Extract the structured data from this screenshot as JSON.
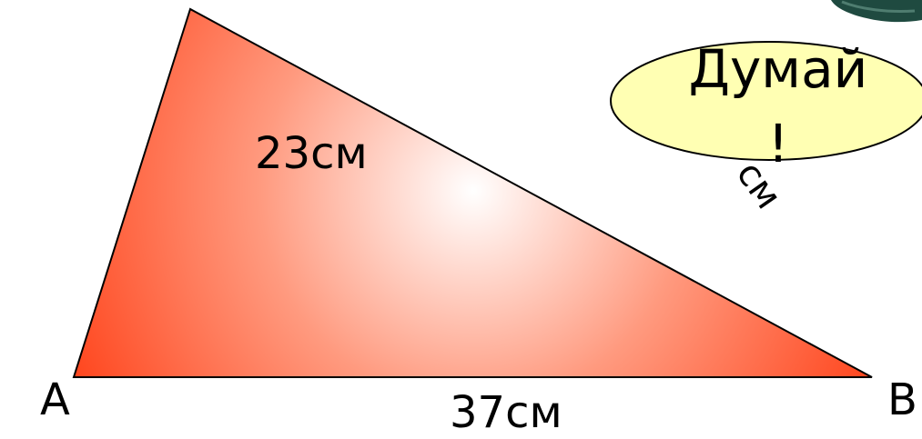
{
  "diagram": {
    "vertex_a": "A",
    "vertex_b": "B",
    "side_left_label": "23см",
    "side_bottom_label": "37см",
    "partial_label": "см",
    "bubble_line1": "Думай",
    "bubble_line2": "!"
  },
  "colors": {
    "triangle_center": "#ffffff",
    "triangle_mid": "#ff9a7f",
    "triangle_edge": "#ff3a10",
    "outline": "#000000",
    "bubble_fill": "#ffffb3",
    "character_dark": "#1f4a40"
  }
}
